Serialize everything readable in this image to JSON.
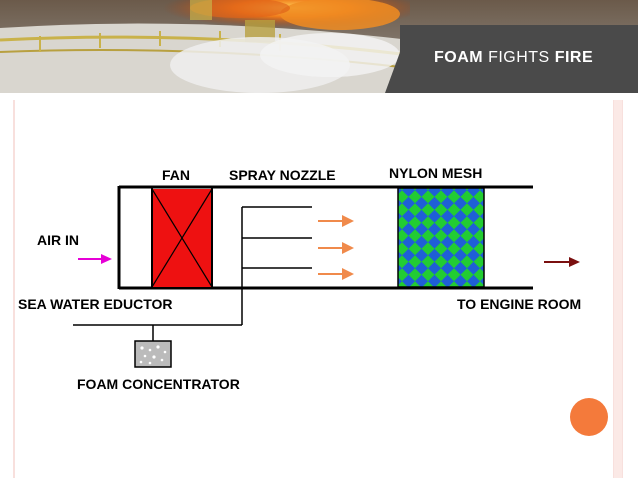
{
  "slide": {
    "banner": {
      "title_part1": "FOAM",
      "title_part2": "FIGHTS",
      "title_part3": "FIRE"
    },
    "colors": {
      "fan": "#ee1111",
      "mesh_green": "#22cc33",
      "mesh_blue": "#1f5fd6",
      "spray_arrow": "#f08a4b",
      "air_arrow": "#e600d6",
      "exit_arrow": "#7a0f0f",
      "accent_circle": "#f47a3b",
      "border_accent": "#f3b8b0"
    }
  },
  "diagram": {
    "labels": {
      "fan": "FAN",
      "spray_nozzle": "SPRAY NOZZLE",
      "nylon_mesh": "NYLON MESH",
      "air_in": "AIR IN",
      "sea_water_eductor": "SEA WATER EDUCTOR",
      "to_engine_room": "TO ENGINE ROOM",
      "foam_concentrator": "FOAM CONCENTRATOR"
    }
  }
}
